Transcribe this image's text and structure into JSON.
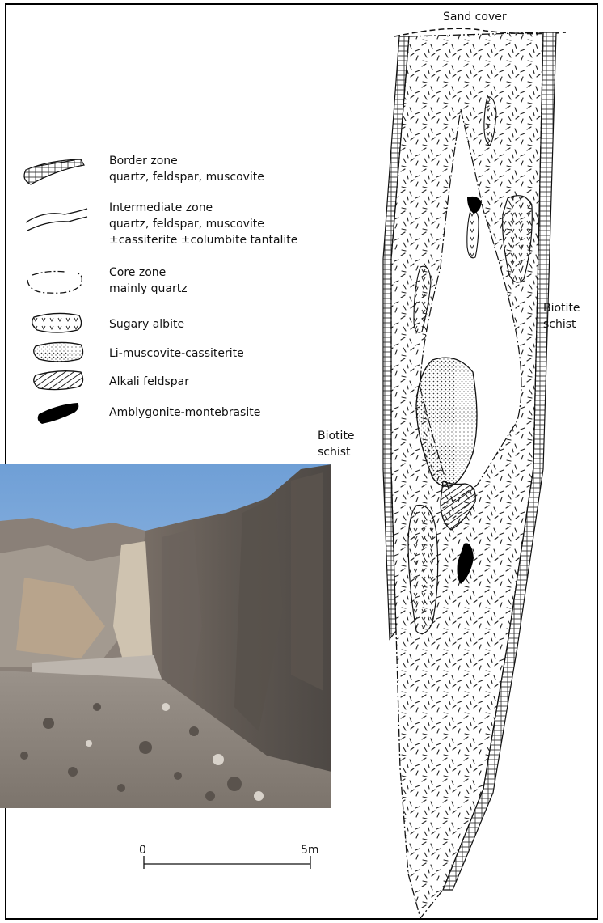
{
  "labels": {
    "sand_cover": "Sand cover",
    "biotite_schist_right": [
      "Biotite",
      "schist"
    ],
    "biotite_schist_left": [
      "Biotite",
      "schist"
    ]
  },
  "legend": [
    {
      "key": "border",
      "lines": [
        "Border zone",
        "quartz, feldspar, muscovite"
      ]
    },
    {
      "key": "intermediate",
      "lines": [
        "Intermediate zone",
        "quartz, feldspar, muscovite",
        "±cassiterite ±columbite tantalite"
      ]
    },
    {
      "key": "core",
      "lines": [
        "Core zone",
        "mainly quartz"
      ]
    },
    {
      "key": "sugary_albite",
      "lines": [
        "Sugary albite"
      ]
    },
    {
      "key": "li_muscovite",
      "lines": [
        "Li-muscovite-cassiterite"
      ]
    },
    {
      "key": "alkali_feldspar",
      "lines": [
        "Alkali feldspar"
      ]
    },
    {
      "key": "amblygonite",
      "lines": [
        "Amblygonite-montebrasite"
      ]
    }
  ],
  "scale_bar": {
    "start": "0",
    "end": "5m"
  },
  "photo": {
    "icon": "quarry-photo",
    "sky_color": "#8fb6e0",
    "rock_color": "#6e6660"
  }
}
